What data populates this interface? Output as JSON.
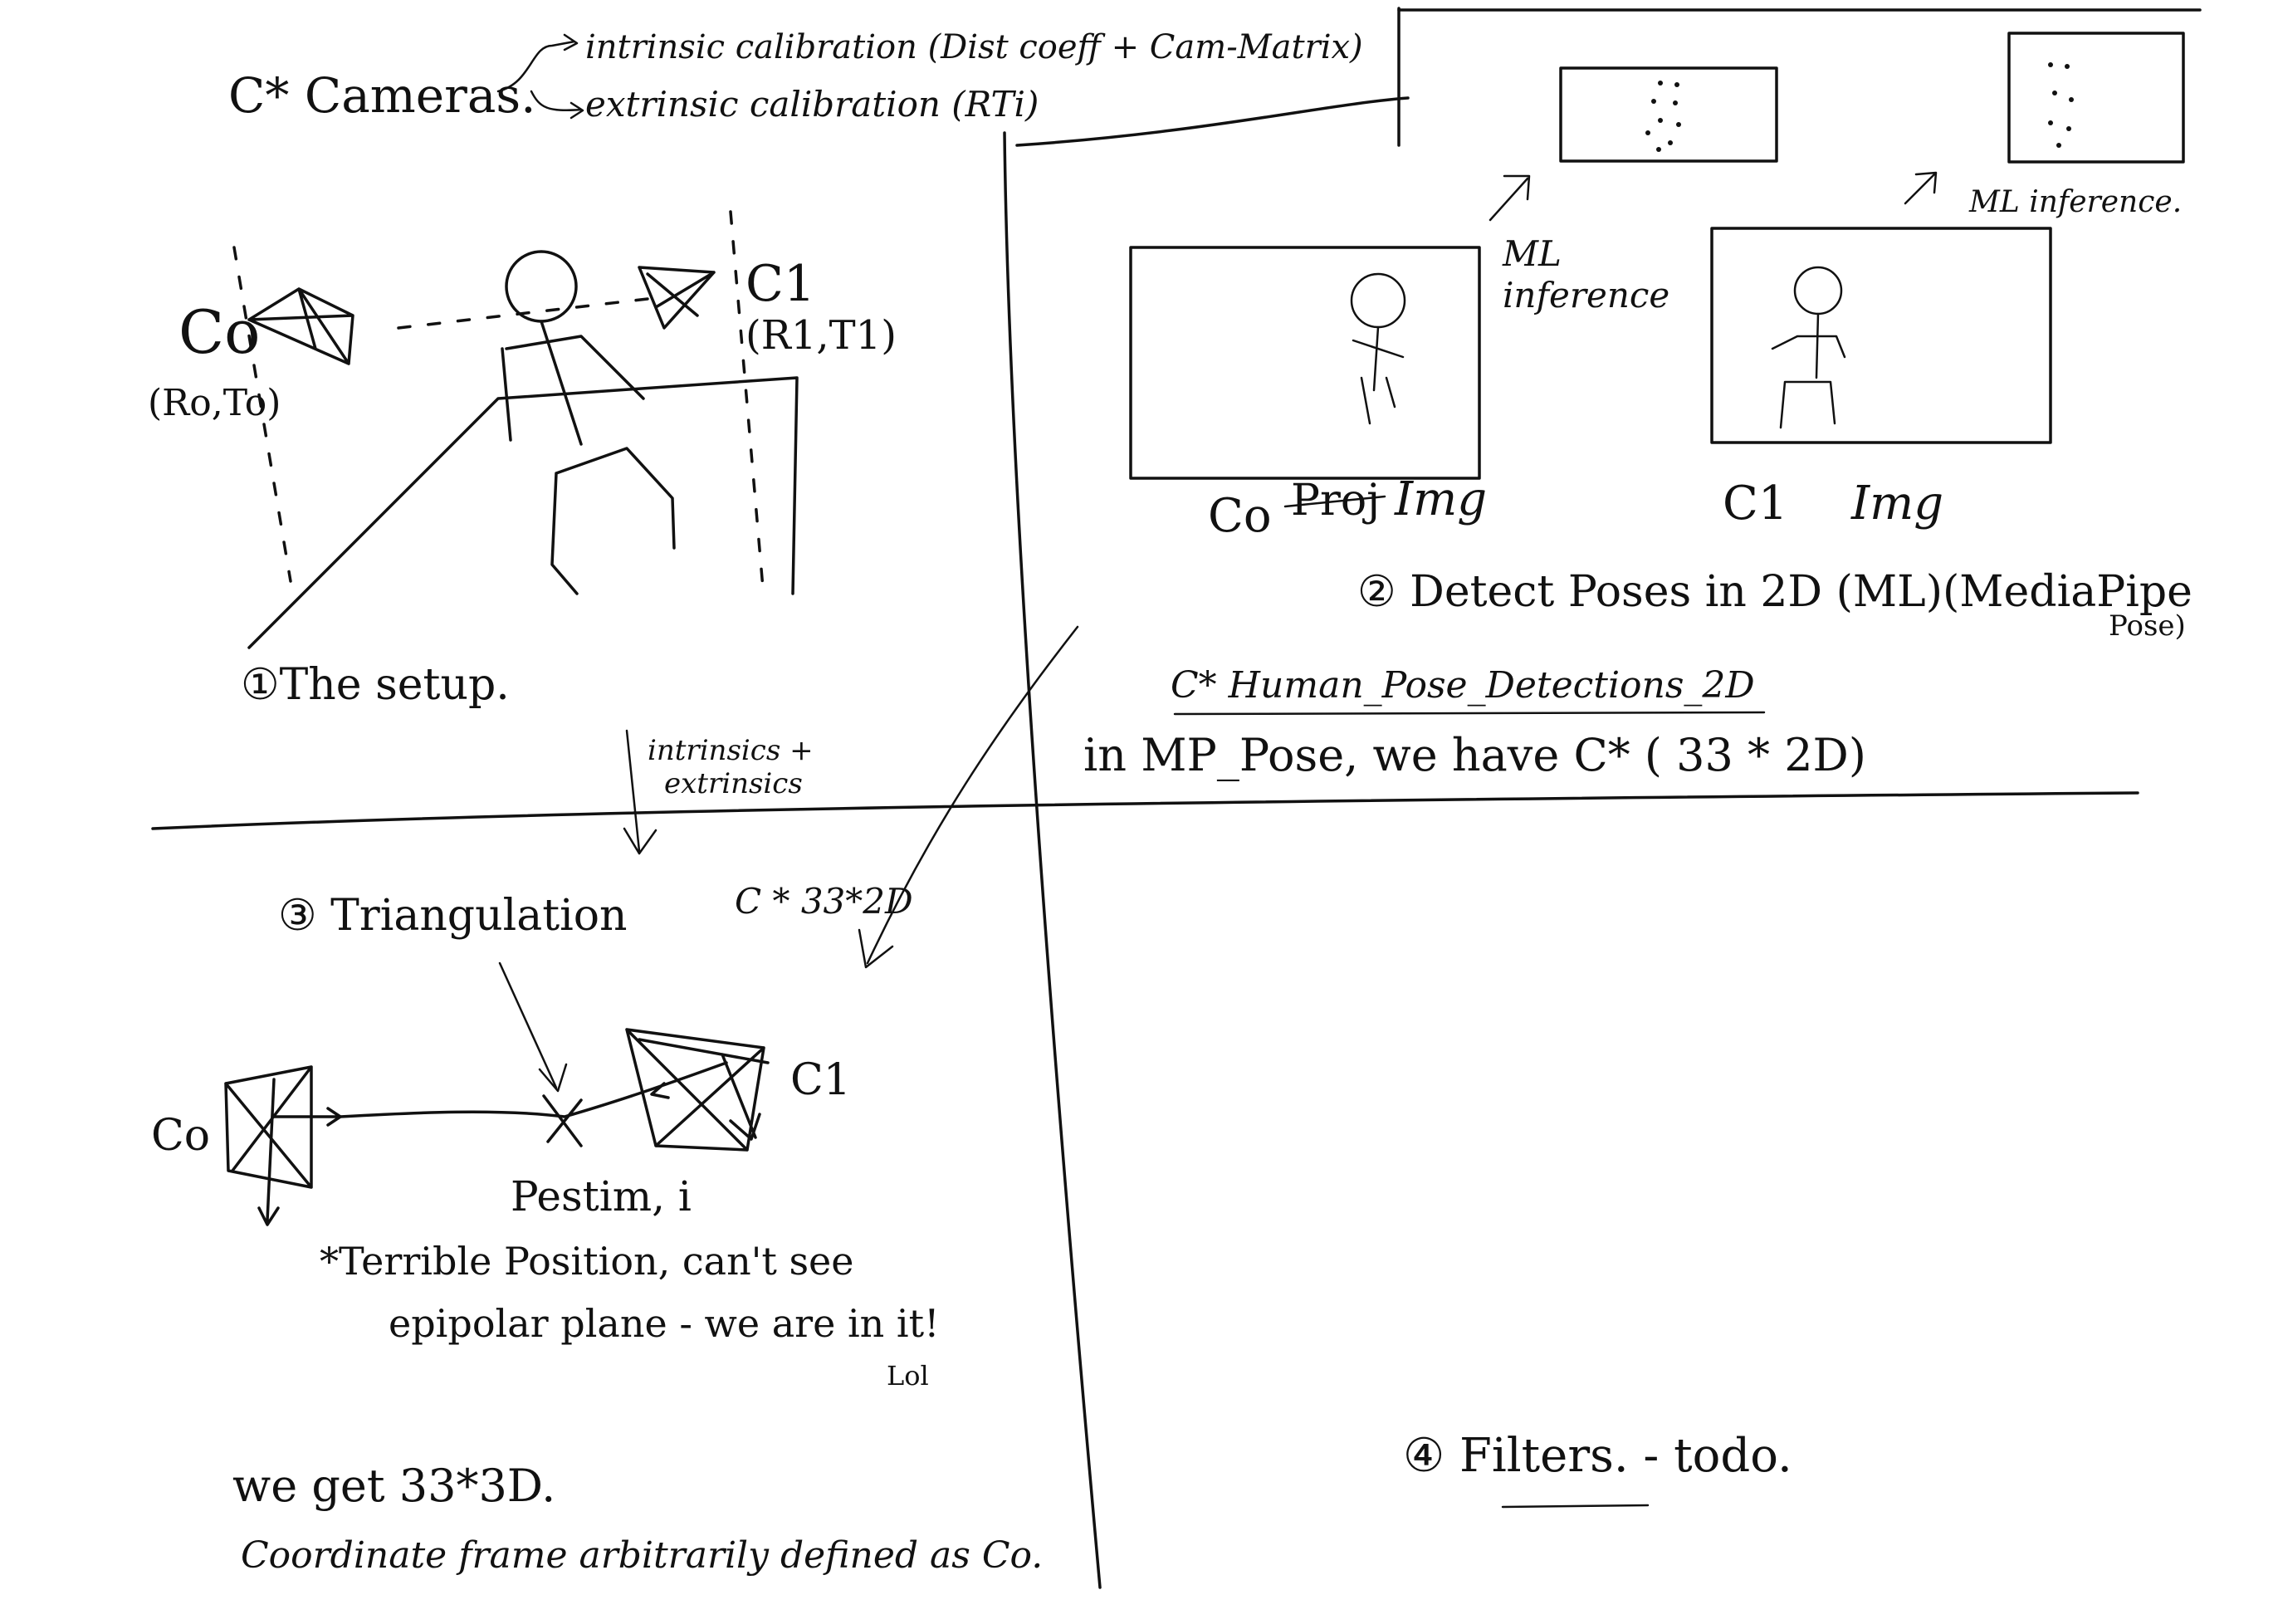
{
  "header": {
    "cameras": "C* Cameras.",
    "intrinsic": "intrinsic calibration (Dist coeff + Cam-Matrix)",
    "extrinsic": "extrinsic calibration (RTi)"
  },
  "setup": {
    "cam0": "Co",
    "cam0_pose": "(Ro,To)",
    "cam1": "C1",
    "cam1_pose": "(R1,T1)",
    "caption": "①The setup."
  },
  "detect": {
    "ml_left": [
      "ML",
      "inference"
    ],
    "ml_right": "ML inference.",
    "img0_label_pre": "Co",
    "img0_label_struck": "Proj",
    "img0_label_post": "Img",
    "img1_label_pre": "C1",
    "img1_label_post": "Img",
    "caption": "② Detect Poses in 2D (ML)(MediaPipe",
    "caption_tail": "Pose)",
    "human_pose": "C* Human_Pose_Detections_2D",
    "mp_pose": "in MP_Pose, we have C* ( 33 * 2D)"
  },
  "arrow_labels": {
    "intrinsics": "intrinsics +",
    "extrinsics": "extrinsics"
  },
  "triangulation": {
    "caption": "③ Triangulation",
    "input": "C * 33*2D",
    "cam0": "Co",
    "cam1": "C1",
    "point": "Pestim, i",
    "note1": "*Terrible Position, can't see",
    "note2": "epipolar plane - we are in it!",
    "lol": "Lol",
    "result1": "we get  33*3D.",
    "result2": "Coordinate frame arbitrarily defined as Co."
  },
  "filters": {
    "caption": "④ Filters. - todo."
  }
}
